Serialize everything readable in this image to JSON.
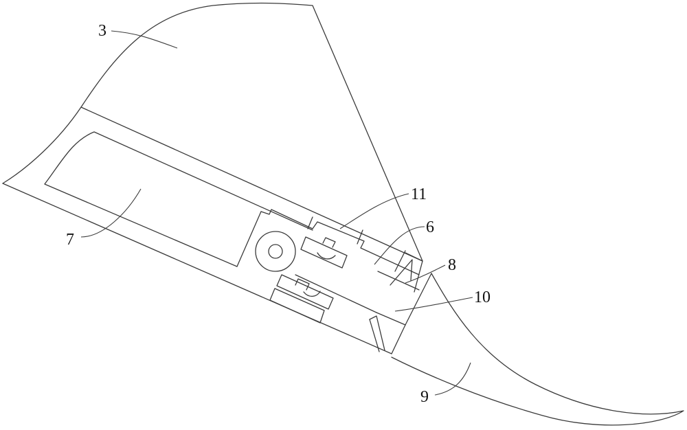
{
  "diagram": {
    "labels": {
      "l3": "3",
      "l11": "11",
      "l6": "6",
      "l7": "7",
      "l8": "8",
      "l10": "10",
      "l9": "9"
    }
  }
}
